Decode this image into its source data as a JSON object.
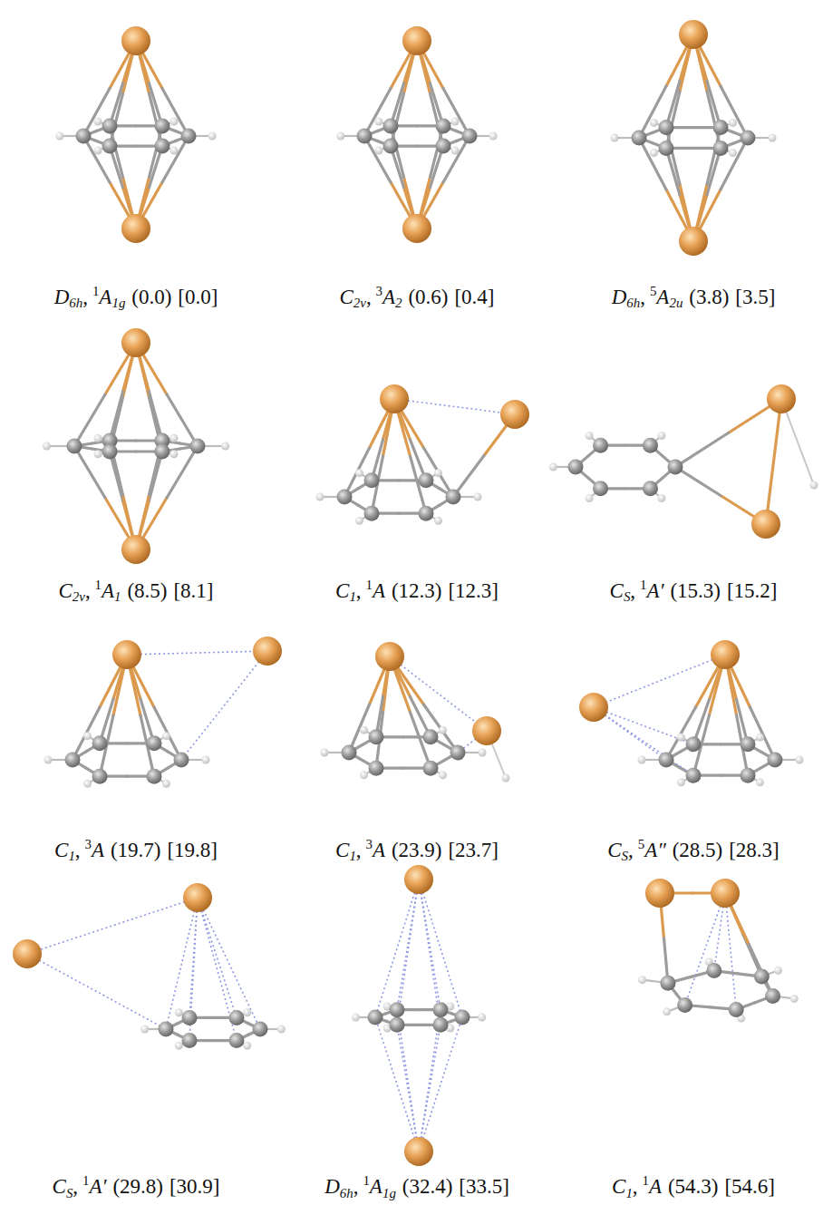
{
  "diagram": {
    "labels": [
      "D",
      "6h",
      ",",
      "1",
      "A",
      "1g",
      "(0.0)",
      "[0.0]",
      "C",
      "2v",
      ",",
      "3",
      "A",
      "2",
      "(0.6)",
      "[0.4]",
      "D",
      "6h",
      ",",
      "5",
      "A",
      "2u",
      "(3.8)",
      "[3.5]",
      "C",
      "2v",
      ",",
      "1",
      "A",
      "1",
      "(8.5)",
      "[8.1]",
      "C",
      "1",
      ",",
      "1",
      "A",
      "(12.3)",
      "[12.3]",
      "C",
      "S",
      ",",
      "1",
      "A′",
      "(15.3)",
      "[15.2]",
      "C",
      "1",
      ",",
      "3",
      "A",
      "(19.7)",
      "[19.8]",
      "C",
      "1",
      ",",
      "3",
      "A",
      "(23.9)",
      "[23.7]",
      "C",
      "S",
      ",",
      "5",
      "A″",
      "(28.5)",
      "[28.3]",
      "C",
      "S",
      ",",
      "1",
      "A′",
      "(29.8)",
      "[30.9]",
      "D",
      "6h",
      ",",
      "1",
      "A",
      "1g",
      "(32.4)",
      "[33.5]",
      "C",
      "1",
      ",",
      "1",
      "A",
      "(54.3)",
      "[54.6]"
    ]
  }
}
